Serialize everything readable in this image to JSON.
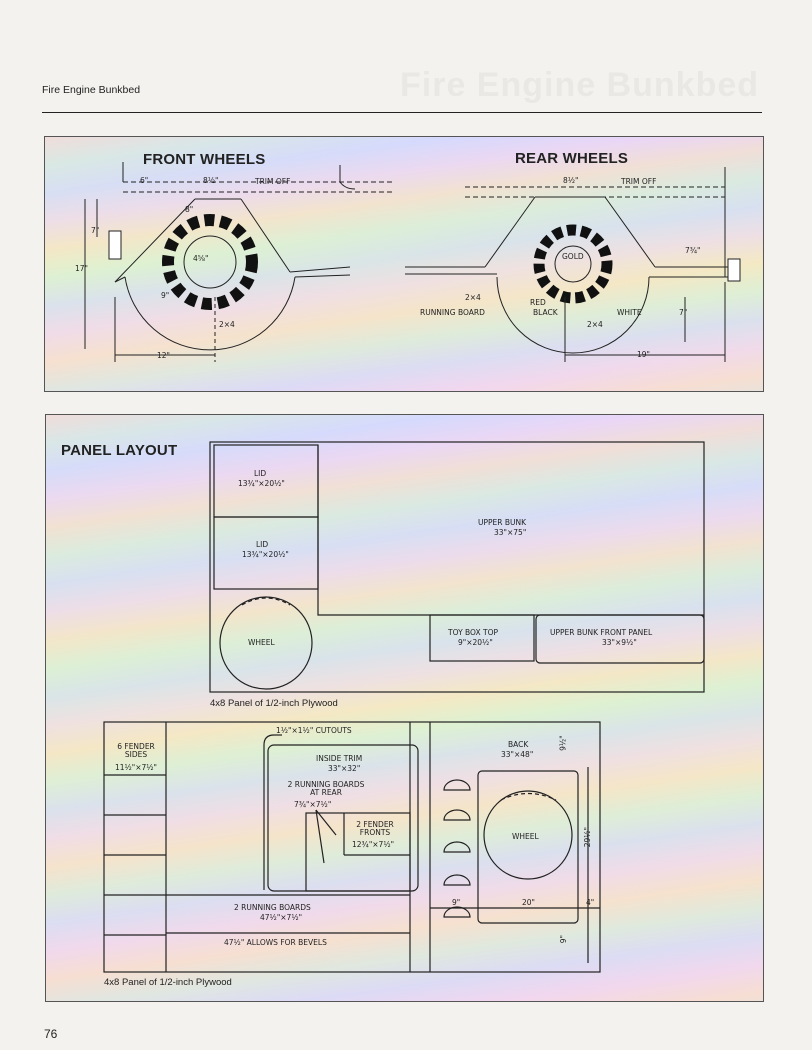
{
  "page": {
    "running_head": "Fire Engine Bunkbed",
    "ghost_title": "Fire Engine Bunkbed",
    "page_number": "76"
  },
  "wheels": {
    "front_title": "FRONT WHEELS",
    "rear_title": "REAR WHEELS",
    "front_dims": {
      "d6": "6\"",
      "d8half": "8½\"",
      "trim_off": "TRIM OFF",
      "d8": "8\"",
      "d7": "7\"",
      "d17": "17\"",
      "d4_5": "4⅝\"",
      "d9": "9\"",
      "r2x4": "2×4",
      "d12": "12\""
    },
    "rear_dims": {
      "d8half": "8½\"",
      "trim_off": "TRIM OFF",
      "d7_3q": "7¾\"",
      "gold": "GOLD",
      "r2x4": "2×4",
      "running_board": "RUNNING BOARD",
      "red": "RED",
      "black": "BLACK",
      "white": "WHITE",
      "r2x4b": "2×4",
      "d7": "7\"",
      "d19": "19\""
    }
  },
  "layout": {
    "title": "PANEL LAYOUT",
    "panel1": {
      "lid1": "LID",
      "lid1_dim": "13¾\"×20½\"",
      "lid2": "LID",
      "lid2_dim": "13¾\"×20½\"",
      "upper_bunk": "UPPER BUNK",
      "upper_bunk_dim": "33\"×75\"",
      "wheel": "WHEEL",
      "toy_box_top": "TOY BOX TOP",
      "toy_box_top_dim": "9\"×20½\"",
      "front_panel": "UPPER BUNK FRONT PANEL",
      "front_panel_dim": "33\"×9½\"",
      "caption": "4x8 Panel of 1/2-inch Plywood"
    },
    "panel2": {
      "cutouts": "1½\"×1½\" CUTOUTS",
      "fender_sides": "6 FENDER SIDES",
      "fender_sides_dim": "11½\"×7½\"",
      "inside_trim": "INSIDE TRIM",
      "inside_trim_dim": "33\"×32\"",
      "running_rear": "2 RUNNING BOARDS AT REAR",
      "running_rear_dim": "7¾\"×7½\"",
      "fender_fronts": "2 FENDER FRONTS",
      "fender_fronts_dim": "12¾\"×7½\"",
      "back": "BACK",
      "back_dim": "33\"×48\"",
      "d9half": "9½\"",
      "wheel": "WHEEL",
      "d29half": "29½\"",
      "running_boards": "2 RUNNING BOARDS",
      "running_boards_dim": "47½\"×7½\"",
      "bevels": "47½\" ALLOWS FOR BEVELS",
      "d9a": "9\"",
      "d20": "20\"",
      "d4": "4\"",
      "d9b": "9\"",
      "caption": "4x8 Panel of 1/2-inch Plywood"
    }
  },
  "colors": {
    "ink": "#222222",
    "paper": "#f3f2ee"
  }
}
